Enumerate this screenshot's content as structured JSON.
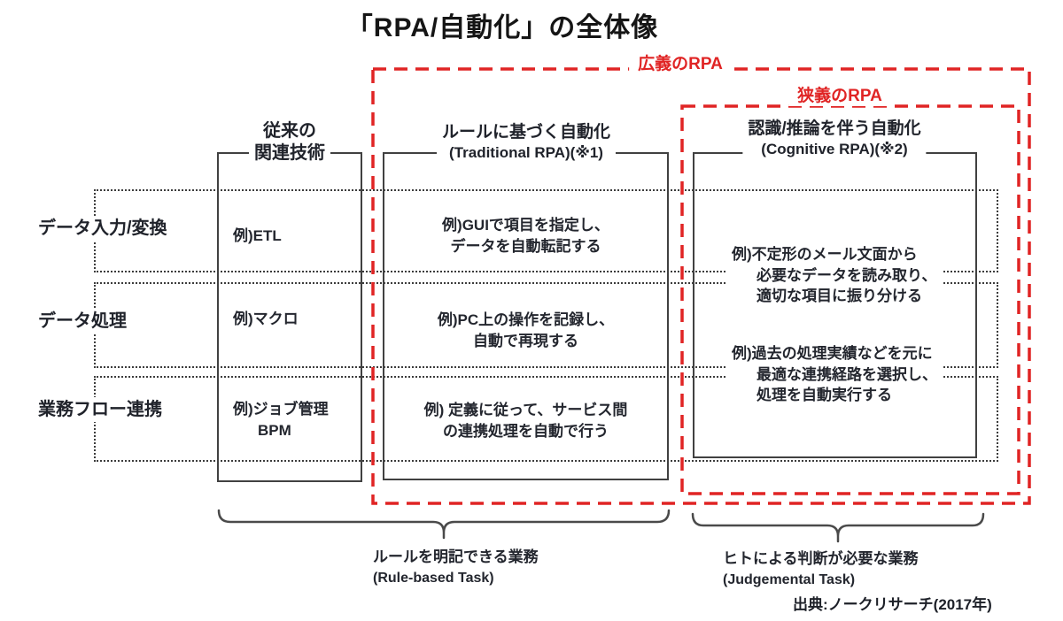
{
  "title": "「RPA/自動化」の全体像",
  "scope_labels": {
    "broad": "広義のRPA",
    "narrow": "狭義のRPA"
  },
  "columns": {
    "legacy": {
      "line1": "従来の",
      "line2": "関連技術"
    },
    "traditional": {
      "line1": "ルールに基づく自動化",
      "line2": "(Traditional RPA)(※1)"
    },
    "cognitive": {
      "line1": "認識/推論を伴う自動化",
      "line2": "(Cognitive RPA)(※2)"
    }
  },
  "rows": {
    "input": "データ入力/変換",
    "processing": "データ処理",
    "workflow": "業務フロー連携"
  },
  "cells": {
    "legacy_input": {
      "line1": "例)ETL"
    },
    "legacy_processing": {
      "line1": "例)マクロ"
    },
    "legacy_workflow": {
      "line1": "例)ジョブ管理",
      "line2": "BPM"
    },
    "traditional_input": {
      "line1": "例)GUIで項目を指定し、",
      "line2": "データを自動転記する"
    },
    "traditional_processing": {
      "line1": "例)PC上の操作を記録し、",
      "line2": "自動で再現する"
    },
    "traditional_workflow": {
      "line1": "例) 定義に従って、サービス間",
      "line2": "の連携処理を自動で行う"
    },
    "cognitive_input": {
      "line1": "例)不定形のメール文面から",
      "line2": "必要なデータを読み取り、",
      "line3": "適切な項目に振り分ける"
    },
    "cognitive_workflow": {
      "line1": "例)過去の処理実績などを元に",
      "line2": "最適な連携経路を選択し、",
      "line3": "処理を自動実行する"
    }
  },
  "footer": {
    "rule_based": {
      "line1": "ルールを明記できる業務",
      "line2": "(Rule-based Task)"
    },
    "judgemental": {
      "line1": "ヒトによる判断が必要な業務",
      "line2": "(Judgemental Task)"
    },
    "source": "出典:ノークリサーチ(2017年)"
  },
  "colors": {
    "accent_red": "#e02424",
    "line_dark": "#414141",
    "dotted_line": "#3c3c3c",
    "text": "#20232b",
    "background": "#ffffff"
  }
}
